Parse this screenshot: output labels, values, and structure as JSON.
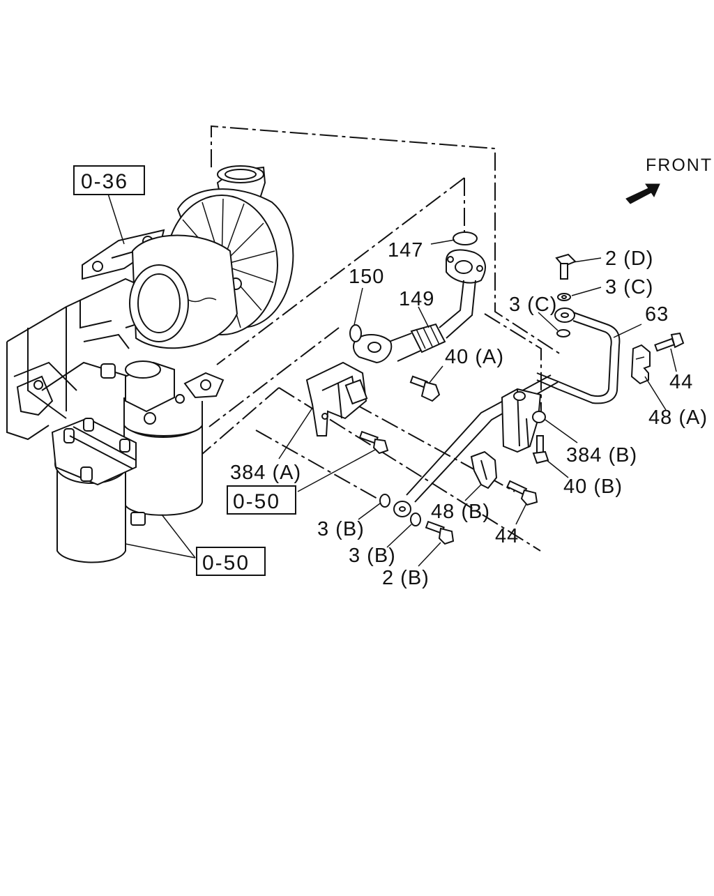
{
  "diagram": {
    "front_label": "FRONT",
    "ref_boxes": [
      "0-36",
      "0-50",
      "0-50"
    ],
    "callouts": {
      "p147": "147",
      "p150": "150",
      "p149": "149",
      "p40a": "40 (A)",
      "p2d": "2 (D)",
      "p3c_right": "3 (C)",
      "p3c_left": "3 (C)",
      "p63": "63",
      "p44_top": "44",
      "p48a": "48 (A)",
      "p384b": "384 (B)",
      "p40b": "40 (B)",
      "p384a": "384 (A)",
      "p3b_upper": "3 (B)",
      "p48b": "48 (B)",
      "p44_bottom": "44",
      "p3b_lower": "3 (B)",
      "p2b": "2 (B)"
    }
  }
}
